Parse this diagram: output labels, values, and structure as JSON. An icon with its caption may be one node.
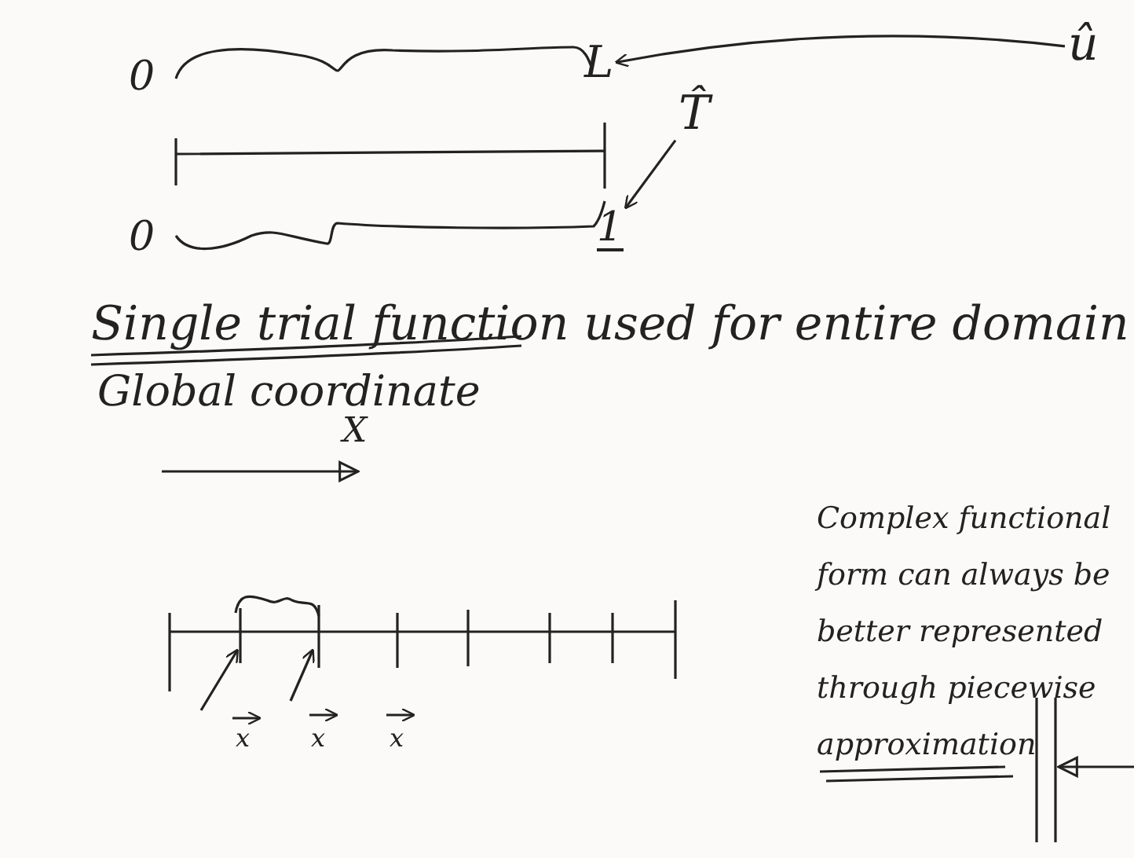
{
  "diagram": {
    "nodes": [
      {
        "text": [
          "û"
        ]
      },
      {
        "text": [
          "L"
        ]
      },
      {
        "text": [
          "T̂"
        ]
      },
      {
        "text": [
          "1"
        ]
      }
    ],
    "edges": [
      {
        "from": 0,
        "to": 1,
        "arrow": "to"
      },
      {
        "from": 2,
        "to": 3,
        "arrow": "to"
      }
    ],
    "labels": [
      "0",
      "0",
      "Single trial function used for entire domain",
      "Global coordinate",
      "X",
      "x",
      "x",
      "x",
      "Complex functional form can always be better represented through piecewise approximation"
    ]
  }
}
